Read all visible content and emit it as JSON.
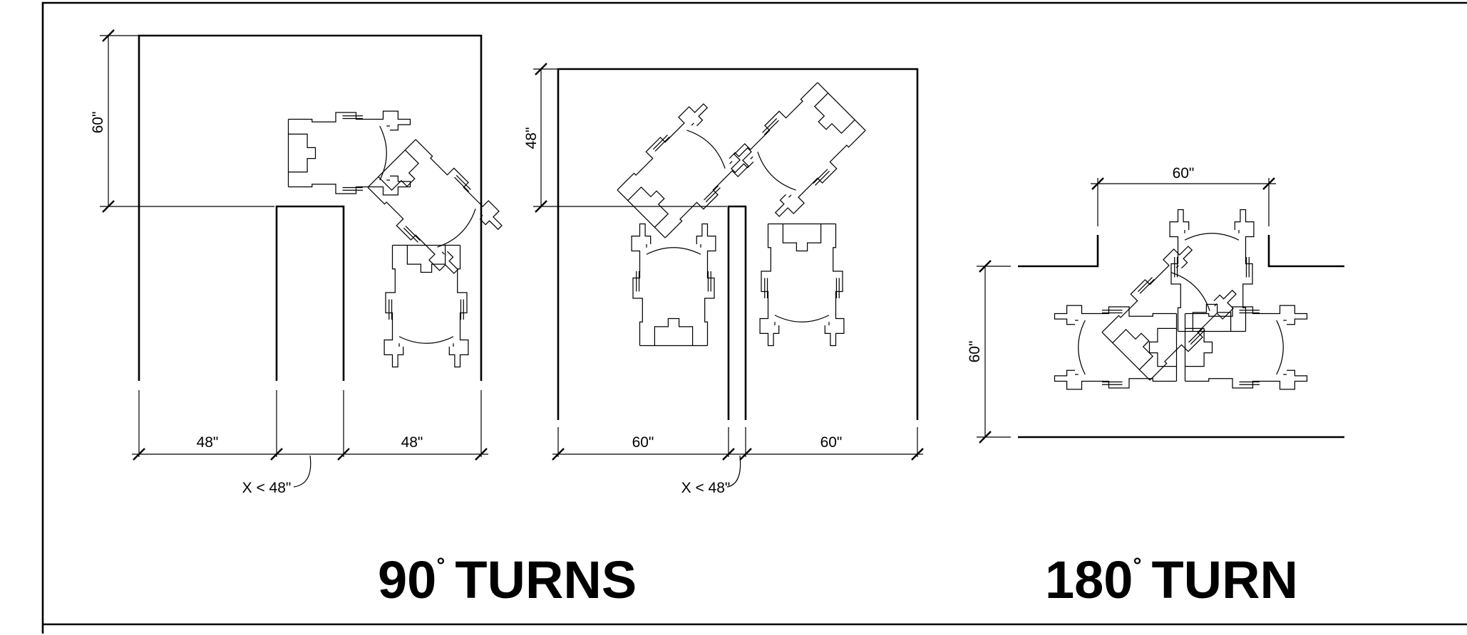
{
  "diagram_a": {
    "dim_height": "60\"",
    "dim_left": "48\"",
    "dim_right": "48\"",
    "note": "X < 48\""
  },
  "diagram_b": {
    "dim_height": "48\"",
    "dim_left": "60\"",
    "dim_right": "60\"",
    "note": "X < 48\""
  },
  "diagram_c": {
    "dim_width": "60\"",
    "dim_height": "60\""
  },
  "titles": {
    "turns_90_number": "90",
    "turns_90_text": "TURNS",
    "turn_180_number": "180",
    "turn_180_text": "TURN",
    "degree_symbol": "°"
  }
}
